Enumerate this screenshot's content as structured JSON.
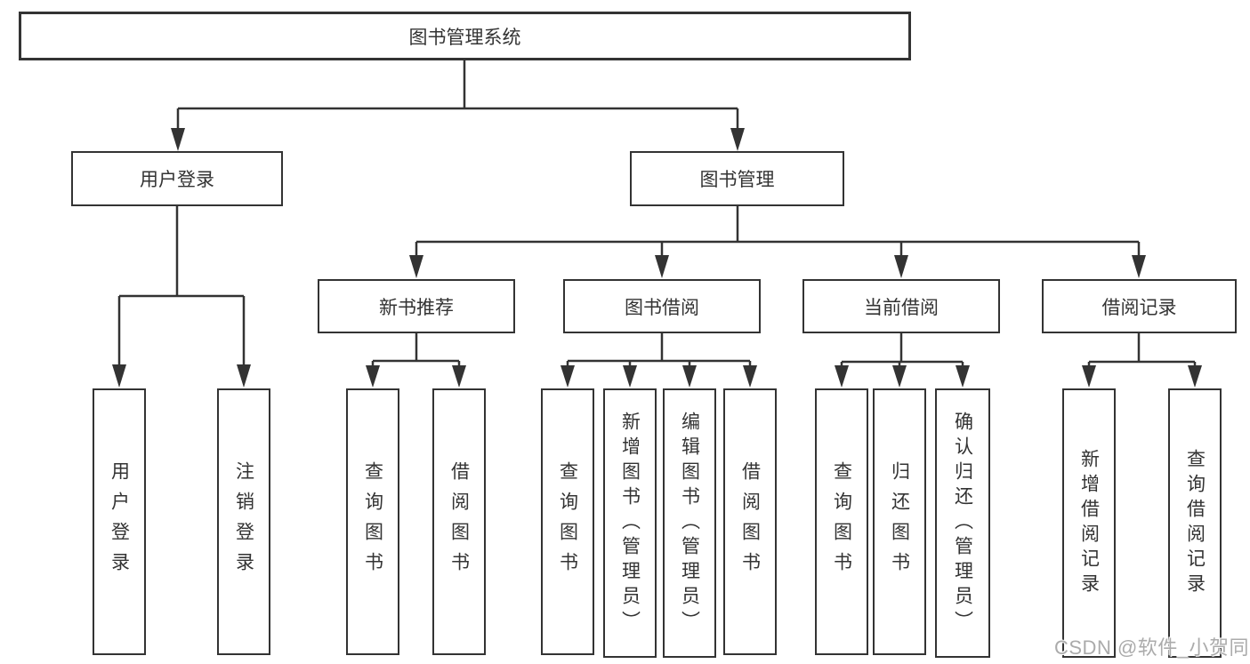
{
  "diagram_title": "图书管理系统",
  "tree": {
    "root": {
      "label": "图书管理系统"
    },
    "children": [
      {
        "label": "用户登录",
        "children": [
          {
            "label": "用户登录"
          },
          {
            "label": "注销登录"
          }
        ]
      },
      {
        "label": "图书管理",
        "children": [
          {
            "label": "新书推荐",
            "children": [
              {
                "label": "查询图书"
              },
              {
                "label": "借阅图书"
              }
            ]
          },
          {
            "label": "图书借阅",
            "children": [
              {
                "label": "查询图书"
              },
              {
                "label": "新增图书（管理员）"
              },
              {
                "label": "编辑图书（管理员）"
              },
              {
                "label": "借阅图书"
              }
            ]
          },
          {
            "label": "当前借阅",
            "children": [
              {
                "label": "查询图书"
              },
              {
                "label": "归还图书"
              },
              {
                "label": "确认归还（管理员）"
              }
            ]
          },
          {
            "label": "借阅记录",
            "children": [
              {
                "label": "新增借阅记录"
              },
              {
                "label": "查询借阅记录"
              }
            ]
          }
        ]
      }
    ]
  },
  "colors": {
    "line": "#333333",
    "box_background": "#ffffff",
    "text": "#333333",
    "watermark": "#ababab"
  },
  "watermark": {
    "text": "CSDN @软件_小贺同学"
  }
}
